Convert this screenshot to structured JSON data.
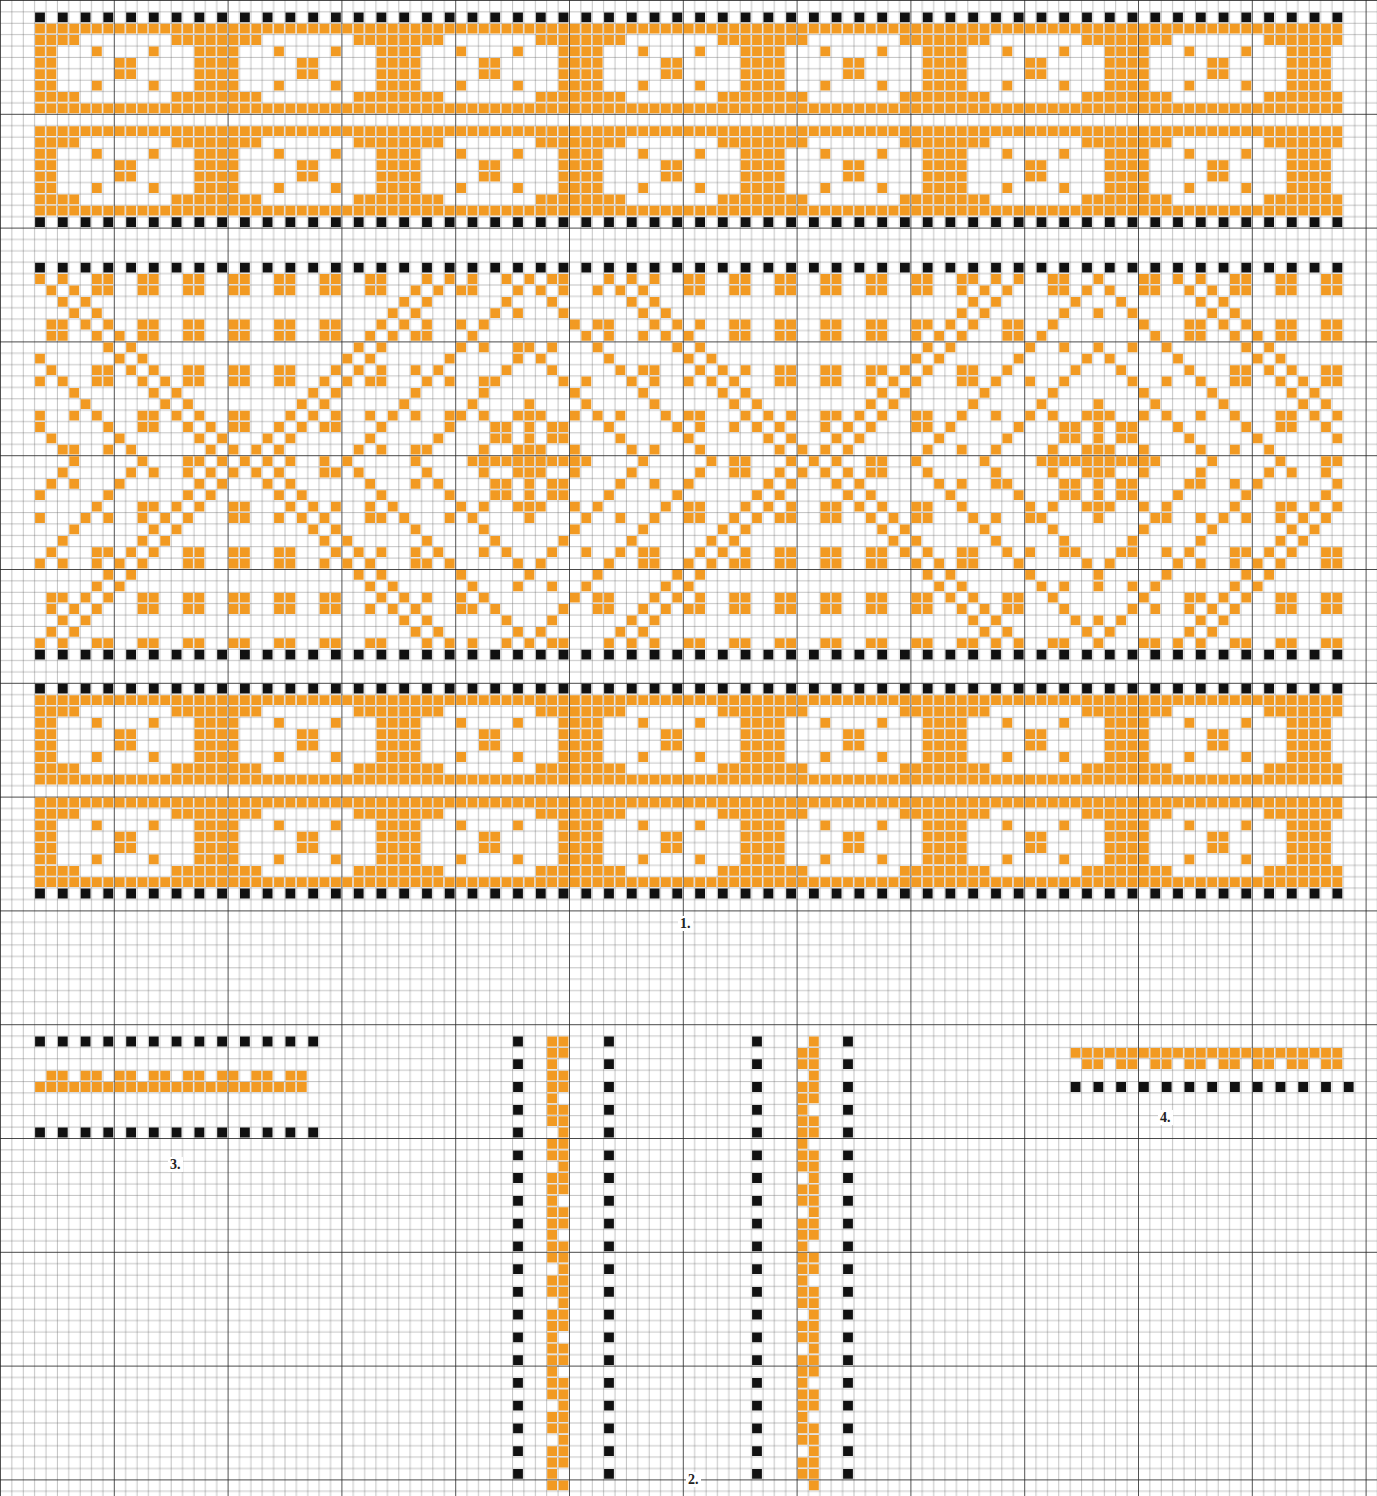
{
  "diagram": {
    "labels": [
      "1.",
      "4.",
      "3.",
      "2."
    ]
  }
}
